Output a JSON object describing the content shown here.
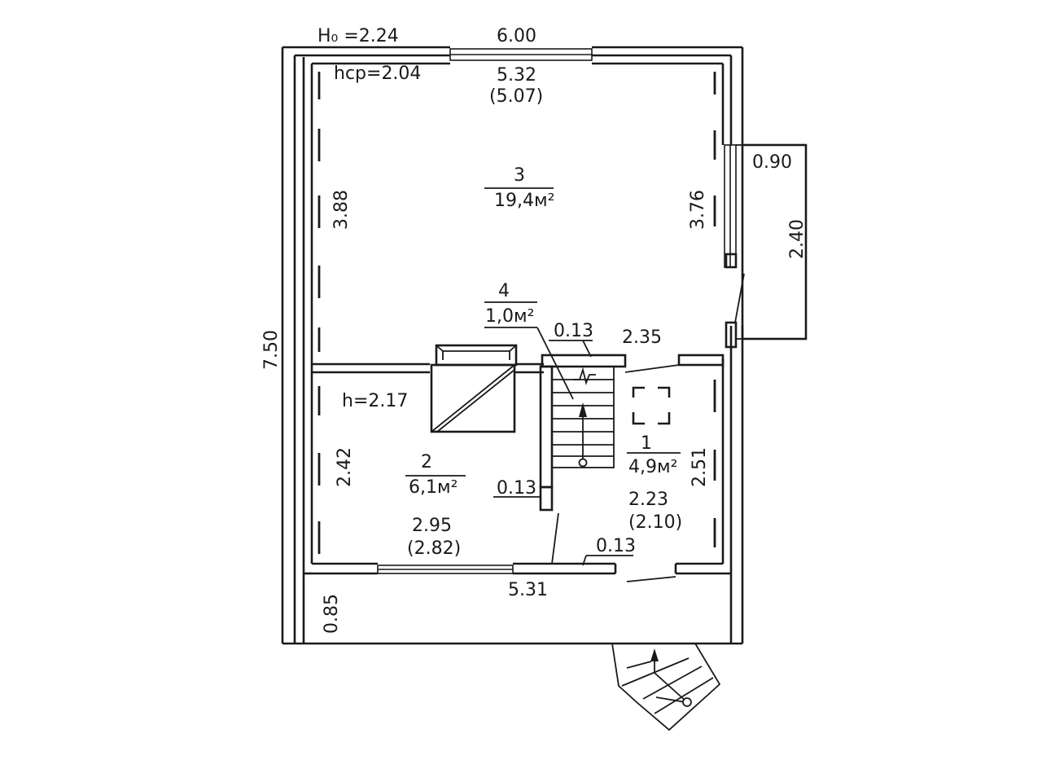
{
  "plan": {
    "heights": {
      "h0": "H₀ =2.24",
      "hcp": "hср=2.04",
      "h": "h=2.17"
    },
    "rooms": [
      {
        "number": "3",
        "area": "19,4м²"
      },
      {
        "number": "4",
        "area": "1,0м²"
      },
      {
        "number": "2",
        "area": "6,1м²"
      },
      {
        "number": "1",
        "area": "4,9м²"
      }
    ],
    "dimensions": {
      "outer_width": "6.00",
      "room3_width": "5.32",
      "room3_width_alt": "(5.07)",
      "room3_left": "3.88",
      "room3_right": "3.76",
      "outer_height": "7.50",
      "balcony_width": "0.90",
      "balcony_length": "2.40",
      "stair_wall": "0.13",
      "hall_width": "2.35",
      "room2_left": "2.42",
      "partition": "0.13",
      "room2_width": "2.95",
      "room2_width_alt": "(2.82)",
      "bottom_wall": "0.13",
      "room1_width": "2.23",
      "room1_width_alt": "(2.10)",
      "room1_right": "2.51",
      "bottom_width": "5.31",
      "porch_depth": "0.85"
    }
  }
}
